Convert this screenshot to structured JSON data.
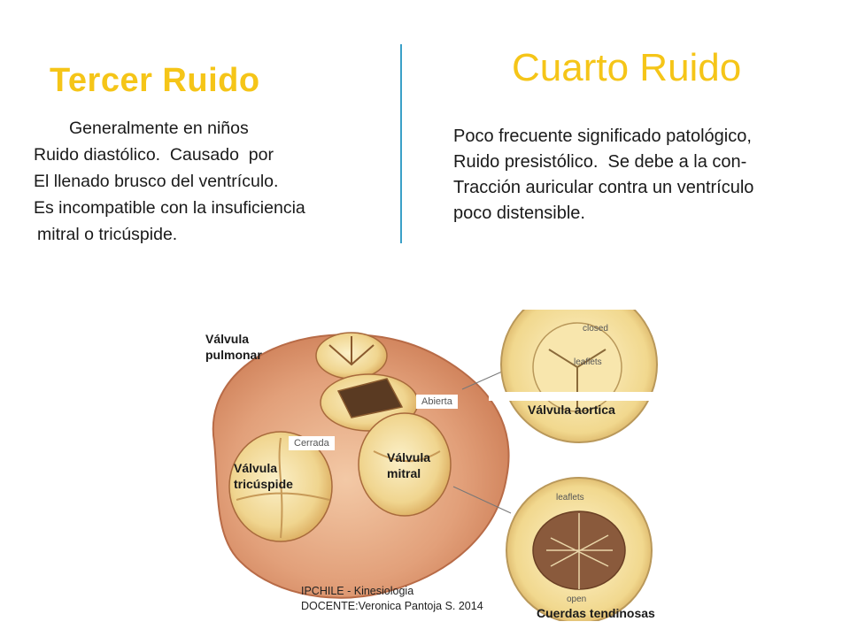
{
  "left": {
    "title": "Tercer Ruido",
    "lines": [
      "Generalmente en niños",
      "Ruido diastólico.  Causado  por",
      "El llenado brusco del ventrículo.",
      "Es incompatible con la insuficiencia",
      "mitral o tricúspide."
    ]
  },
  "right": {
    "title": "Cuarto Ruido",
    "lines": [
      "Poco frecuente significado patológico,",
      "Ruido presistólico.  Se debe a la con-",
      "Tracción auricular contra un ventrículo",
      "poco distensible."
    ]
  },
  "figure": {
    "labels": {
      "pulmonar_1": "Válvula",
      "pulmonar_2": "pulmonar",
      "tricuspide_1": "Válvula",
      "tricuspide_2": "tricúspide",
      "mitral_1": "Válvula",
      "mitral_2": "mitral",
      "aortica": "Válvula aortica",
      "cuerdas": "Cuerdas tendinosas",
      "abierta": "Abierta",
      "cerrada": "Cerrada",
      "closed": "closed",
      "leaflets_top": "leaflets",
      "leaflets_bottom": "leaflets",
      "open": "open"
    }
  },
  "footer": {
    "line1": "IPCHILE  - Kinesiologia",
    "line2": "DOCENTE:Veronica Pantoja S. 2014"
  }
}
